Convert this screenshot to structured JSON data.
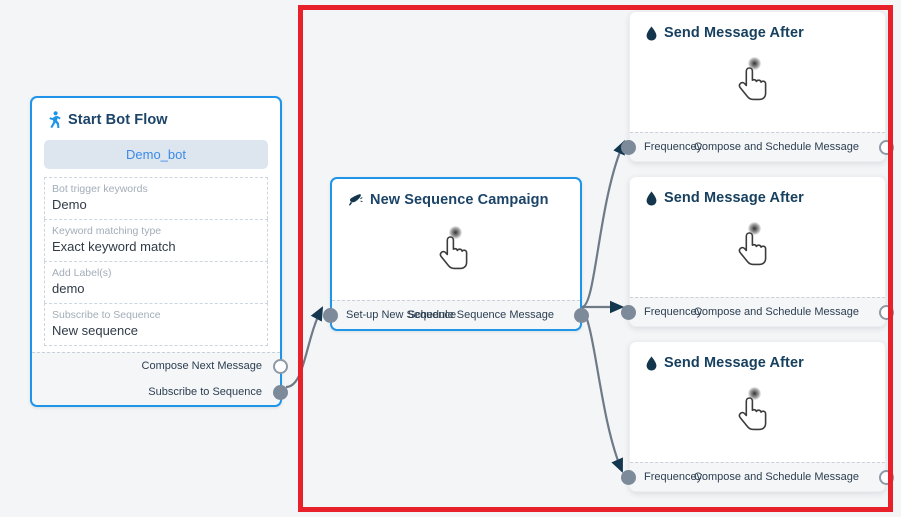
{
  "canvas": {
    "background_color": "#f4f5f7",
    "highlight_color": "#e8202a"
  },
  "nodes": {
    "start_bot_flow": {
      "title": "Start Bot Flow",
      "icon": "running-person-icon",
      "bot_pill": "Demo_bot",
      "fields": [
        {
          "label": "Bot trigger keywords",
          "value": "Demo"
        },
        {
          "label": "Keyword matching type",
          "value": "Exact keyword match"
        },
        {
          "label": "Add Label(s)",
          "value": "demo"
        },
        {
          "label": "Subscribe to Sequence",
          "value": "New sequence"
        }
      ],
      "ports": [
        {
          "label": "Compose Next Message",
          "style": "hollow"
        },
        {
          "label": "Subscribe to Sequence",
          "style": "filled"
        }
      ],
      "border_color": "#1e95eb"
    },
    "new_sequence_campaign": {
      "title": "New Sequence Campaign",
      "icon": "megaphone-icon",
      "footer_left": "Set-up New Sequence",
      "footer_right": "Schedule Sequence Message",
      "input_port_style": "filled",
      "output_port_style": "filled",
      "border_color": "#1e95eb"
    },
    "send_message_cards": [
      {
        "title": "Send Message After",
        "icon": "water-drop-icon",
        "footer_left": "Frequencey",
        "footer_right": "Compose and Schedule Message",
        "input_port_style": "filled",
        "output_port_style": "hollow"
      },
      {
        "title": "Send Message After",
        "icon": "water-drop-icon",
        "footer_left": "Frequencey",
        "footer_right": "Compose and Schedule Message",
        "input_port_style": "filled",
        "output_port_style": "hollow"
      },
      {
        "title": "Send Message After",
        "icon": "water-drop-icon",
        "footer_left": "Frequencey",
        "footer_right": "Compose and Schedule Message",
        "input_port_style": "filled",
        "output_port_style": "hollow"
      }
    ]
  }
}
